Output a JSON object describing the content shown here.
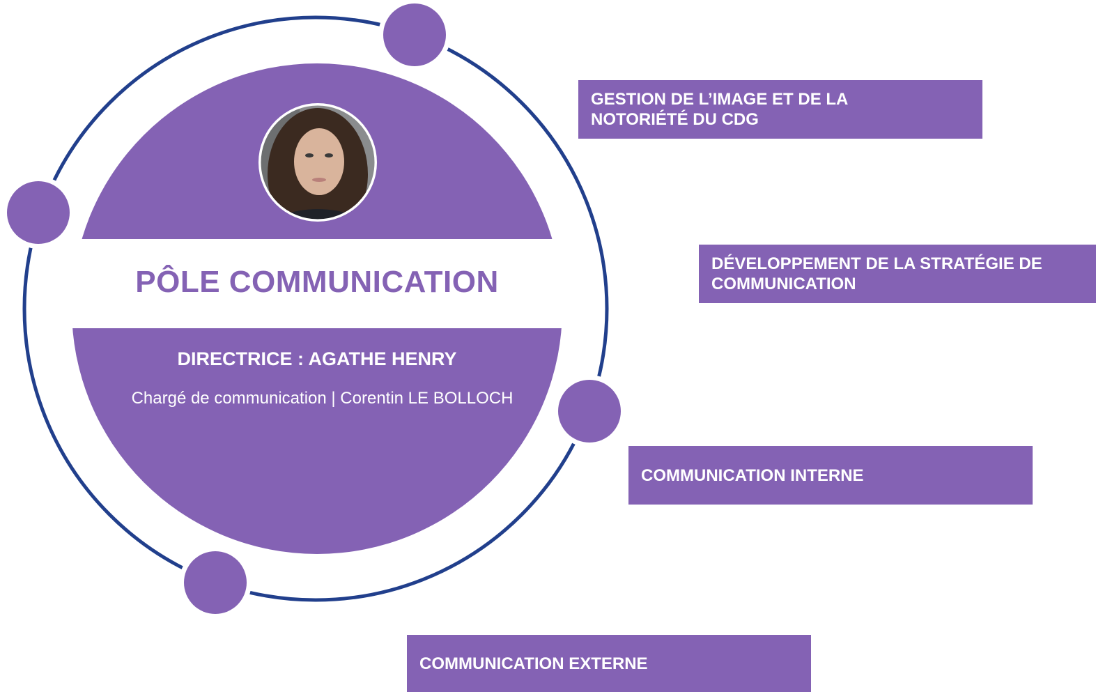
{
  "pole": {
    "title": "PÔLE COMMUNICATION",
    "director": "DIRECTRICE : AGATHE HENRY",
    "staff": "Chargé de communication | Corentin LE BOLLOCH"
  },
  "missions": [
    {
      "label": "GESTION DE L’IMAGE ET DE LA NOTORIÉTÉ DU CDG"
    },
    {
      "label": "DÉVELOPPEMENT DE LA STRATÉGIE DE COMMUNICATION"
    },
    {
      "label": "COMMUNICATION INTERNE"
    },
    {
      "label": "COMMUNICATION EXTERNE"
    }
  ],
  "colors": {
    "accent": "#8462b4",
    "ring": "#213f8c",
    "text_on_accent": "#ffffff"
  },
  "icons": {
    "photo": "portrait-photo"
  }
}
